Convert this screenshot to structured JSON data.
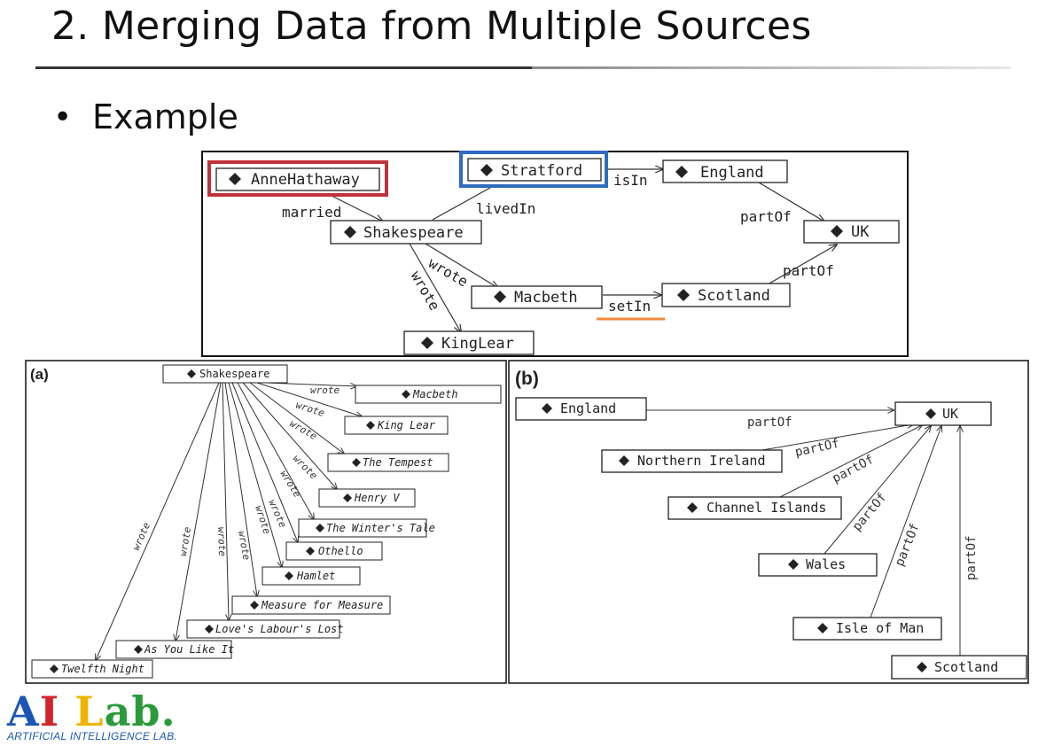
{
  "slide": {
    "title": "2. Merging Data from Multiple Sources",
    "bullet": "•",
    "bullet_text": "Example"
  },
  "top_graph": {
    "nodes": {
      "annehathaway": "AnneHathaway",
      "stratford": "Stratford",
      "england": "England",
      "shakespeare": "Shakespeare",
      "uk": "UK",
      "macbeth": "Macbeth",
      "scotland": "Scotland",
      "kinglear": "KingLear"
    },
    "edges": {
      "married": "married",
      "livedIn": "livedIn",
      "isIn": "isIn",
      "partOf_england": "partOf",
      "partOf_scotland": "partOf",
      "wrote_macbeth": "wrote",
      "wrote_kinglear": "wrote",
      "setIn": "setIn"
    },
    "highlight_colors": {
      "annehathaway": "#c0323a",
      "stratford": "#2f6bc0",
      "setIn_underline": "#f08a3c"
    }
  },
  "panel_a": {
    "label": "(a)",
    "root": "Shakespeare",
    "edge_label": "wrote",
    "plays": [
      "Macbeth",
      "King Lear",
      "The Tempest",
      "Henry V",
      "The Winter's Tale",
      "Othello",
      "Hamlet",
      "Measure for Measure",
      "Love's Labour's Lost",
      "As You Like It",
      "Twelfth Night"
    ]
  },
  "panel_b": {
    "label": "(b)",
    "root": "UK",
    "edge_label": "partOf",
    "parts": [
      "England",
      "Northern Ireland",
      "Channel Islands",
      "Wales",
      "Isle of Man",
      "Scotland"
    ]
  },
  "logo": {
    "text_a": "A",
    "text_i": "I",
    "text_l": "L",
    "text_ab": "ab.",
    "subtitle": "ARTIFICIAL INTELLIGENCE LAB."
  }
}
